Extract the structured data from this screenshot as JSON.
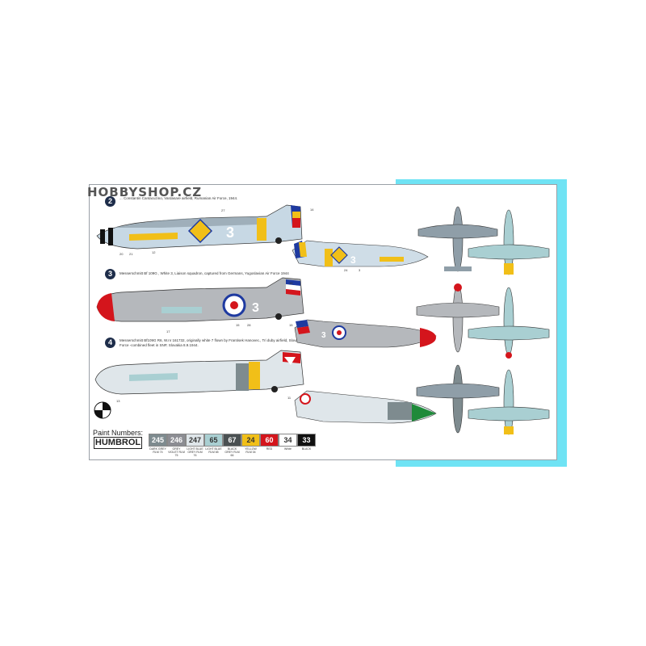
{
  "watermark": "HOBBYSHOP.CZ",
  "schemes": [
    {
      "number": "2",
      "caption": "... Constantin Cantacuzino, Vardasare airfield, Rumanian Air Force, 1944."
    },
    {
      "number": "3",
      "caption": "Messerschmitt Bf 109G , White 3, Liaison squadron, captured from Germans, Yugoslavian Air Force 1944"
    },
    {
      "number": "4",
      "caption": "Messerschmitt Bf109G R6, W.nr 161732, originally white 7 flown by Frantisek Hanovec., Tri duby airfield, Slovak Air Force -combined fleet in SNP, Slovakia 8.9.1944."
    }
  ],
  "legend": {
    "title": "Paint Numbers:",
    "brand": "HUMBROL",
    "swatches": [
      {
        "num": "245",
        "name": "DARK GREY RLM 74",
        "color": "#7e8b8f",
        "text": "#ffffff"
      },
      {
        "num": "246",
        "name": "GREY VIOLET RLM 75",
        "color": "#8c8d93",
        "text": "#ffffff"
      },
      {
        "num": "247",
        "name": "LIGHT BLUE GREY RLM 76",
        "color": "#dfe6ea",
        "text": "#333333"
      },
      {
        "num": "65",
        "name": "LIGHT BLUE RLM 65",
        "color": "#a9cfd2",
        "text": "#333333"
      },
      {
        "num": "67",
        "name": "BLACK GREY RLM 66",
        "color": "#4a5052",
        "text": "#ffffff"
      },
      {
        "num": "24",
        "name": "YELLOW RLM 04",
        "color": "#f1bf18",
        "text": "#333333"
      },
      {
        "num": "60",
        "name": "RED",
        "color": "#d4151c",
        "text": "#ffffff"
      },
      {
        "num": "34",
        "name": "White",
        "color": "#ffffff",
        "text": "#333333"
      },
      {
        "num": "33",
        "name": "BLACK",
        "color": "#111111",
        "text": "#ffffff"
      }
    ]
  },
  "callouts": [
    "27",
    "14",
    "20",
    "21",
    "12",
    "24",
    "3",
    "19",
    "15",
    "17",
    "15",
    "28",
    "13",
    "11"
  ],
  "white_code": "3"
}
